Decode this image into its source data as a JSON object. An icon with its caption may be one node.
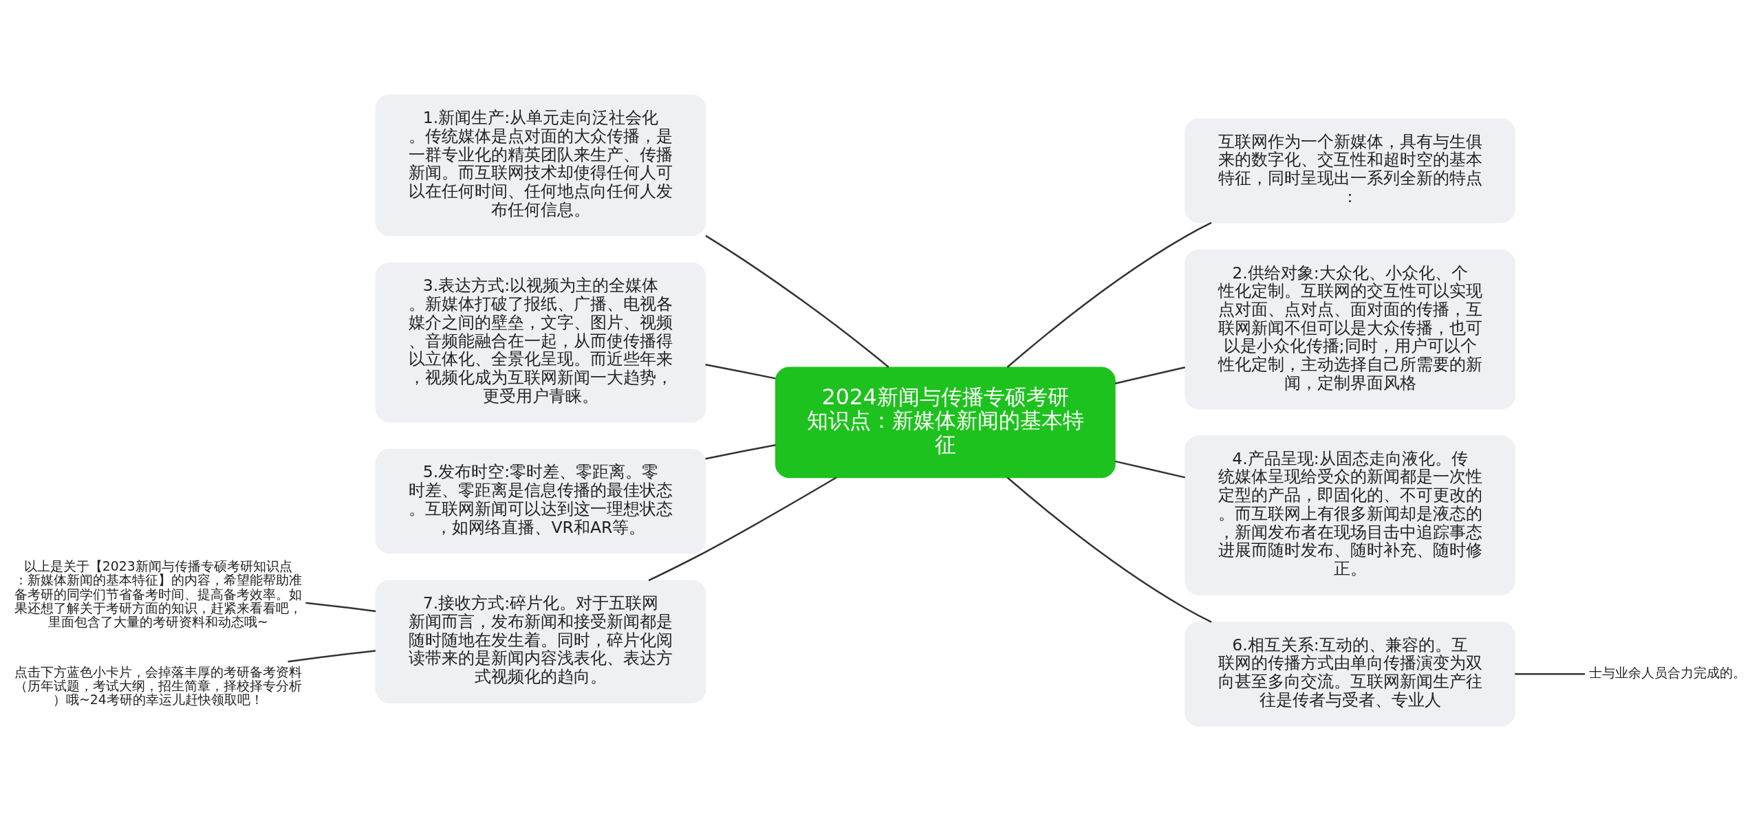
{
  "diagram": {
    "nodes": [
      {
        "text": [
          "2024新闻与传播专硕考研知识点：新媒体新闻的基本特征"
        ]
      },
      {
        "text": [
          "互联网作为一个新媒体，具有与生俱来的数字化、交互性和超时空的基本特征，同时呈现出一系列全新的特点:"
        ]
      },
      {
        "text": [
          "1.新闻生产:从单元走向泛社会化。传统媒体是点对面的大众传播，是一群专业化的精英团队来生产、传播新闻。而互联网技术却使得任何人可以在任何时间、任何地点向任何人发布任何信息。"
        ]
      },
      {
        "text": [
          "2.供给对象:大众化、小众化、个性化定制。互联网的交互性可以实现点对面、点对点、面对面的传播，互联网新闻不但可以是大众传播，也可以是小众化传播;同时，用户可以个性化定制，主动选择自己所需要的新闻，定制界面风格"
        ]
      },
      {
        "text": [
          "3.表达方式:以视频为主的全媒体。新媒体打破了报纸、广播、电视各媒介之间的壁垒，文字、图片、视频、音频能融合在一起，从而使传播得以立体化、全景化呈现。而近些年来，视频化成为互联网新闻一大趋势，更受用户青睐。"
        ]
      },
      {
        "text": [
          "4.产品呈现:从固态走向液化。传统媒体呈现给受众的新闻都是一次性定型的产品，即固化的、不可更改的。而互联网上有很多新闻却是液态的，新闻发布者在现场目击中追踪事态进展而随时发布、随时补充、随时修正。"
        ]
      },
      {
        "text": [
          "5.发布时空:零时差、零距离。零时差、零距离是信息传播的最佳状态。互联网新闻可以达到这一理想状态，如网络直播、VR和AR等。"
        ]
      },
      {
        "text": [
          "6.相互关系:互动的、兼容的。互联网的传播方式由单向传播演变为双向甚至多向交流。互联网新闻生产往往是传者与受者、专业人"
        ]
      },
      {
        "text": [
          "7.接收方式:碎片化。对于五联网新闻而言，发布新闻和接受新闻都是随时随地在发生着。同时，碎片化阅读带来的是新闻内容浅表化、表达方式视频化的趋向。"
        ]
      },
      {
        "text": [
          "以上是关于【2023新闻与传播专硕考研知识点：新媒体新闻的基本特征】的内容，希望能帮助准备考研的同学们节省备考时间、提高备考效率。如果还想了解关于考研方面的知识，赶紧来看看吧，里面包含了大量的考研资料和动态哦~"
        ]
      },
      {
        "text": [
          "点击下方蓝色小卡片，会掉落丰厚的考研备考资料（历年试题，考试大纲，招生简章，择校择专分析）哦~24考研的幸运儿赶快领取吧！"
        ]
      },
      {
        "text": [
          "士与业余人员合力完成的。"
        ]
      }
    ],
    "edges": [
      {
        "from": 0,
        "to": 1,
        "arrow": "none"
      },
      {
        "from": 0,
        "to": 2,
        "arrow": "none"
      },
      {
        "from": 0,
        "to": 3,
        "arrow": "none"
      },
      {
        "from": 0,
        "to": 4,
        "arrow": "none"
      },
      {
        "from": 0,
        "to": 5,
        "arrow": "none"
      },
      {
        "from": 0,
        "to": 6,
        "arrow": "none"
      },
      {
        "from": 0,
        "to": 7,
        "arrow": "none"
      },
      {
        "from": 0,
        "to": 8,
        "arrow": "none"
      },
      {
        "from": 8,
        "to": 9,
        "arrow": "none"
      },
      {
        "from": 8,
        "to": 10,
        "arrow": "none"
      },
      {
        "from": 7,
        "to": 11,
        "arrow": "none"
      }
    ]
  }
}
